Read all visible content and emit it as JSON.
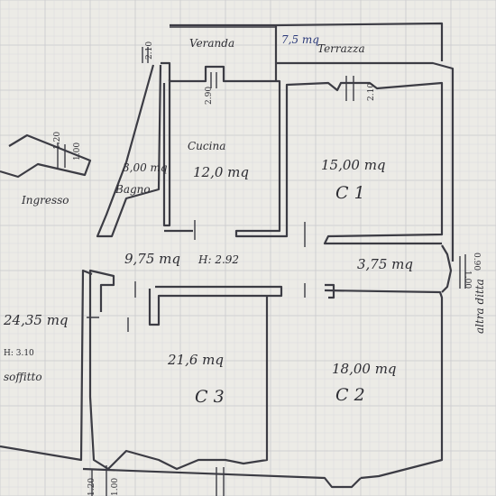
{
  "rooms": {
    "veranda": {
      "name": "Veranda"
    },
    "terrazza": {
      "name": "Terrazza",
      "area": "7,5 mq"
    },
    "cucina": {
      "name": "Cucina",
      "area": "12,0 mq"
    },
    "c1": {
      "name": "C 1",
      "area": "15,00 mq"
    },
    "bagno": {
      "name": "Bagno",
      "area": "3,00 mq"
    },
    "ingresso": {
      "name": "Ingresso"
    },
    "corridoio": {
      "area": "9,75 mq",
      "height": "H: 2.92"
    },
    "disimpegno": {
      "area": "3,75 mq"
    },
    "c3": {
      "name": "C 3",
      "area": "21,6 mq"
    },
    "c2": {
      "name": "C 2",
      "area": "18,00 mq"
    },
    "soggiorno": {
      "area": "24,35 mq",
      "height": "H: 3.10",
      "name": "soffitto"
    }
  },
  "dimensions": {
    "top_left_window": "2.10",
    "cucina_window": "2.90",
    "c1_window": "2.10",
    "ingresso_window": "1.00",
    "ingresso_window_b": "1.20",
    "right_window": "0.90",
    "right_window_b": "1.00",
    "bottom_a": "1.20",
    "bottom_b": "1.00"
  },
  "notes": {
    "right_side": "altra ditta"
  }
}
